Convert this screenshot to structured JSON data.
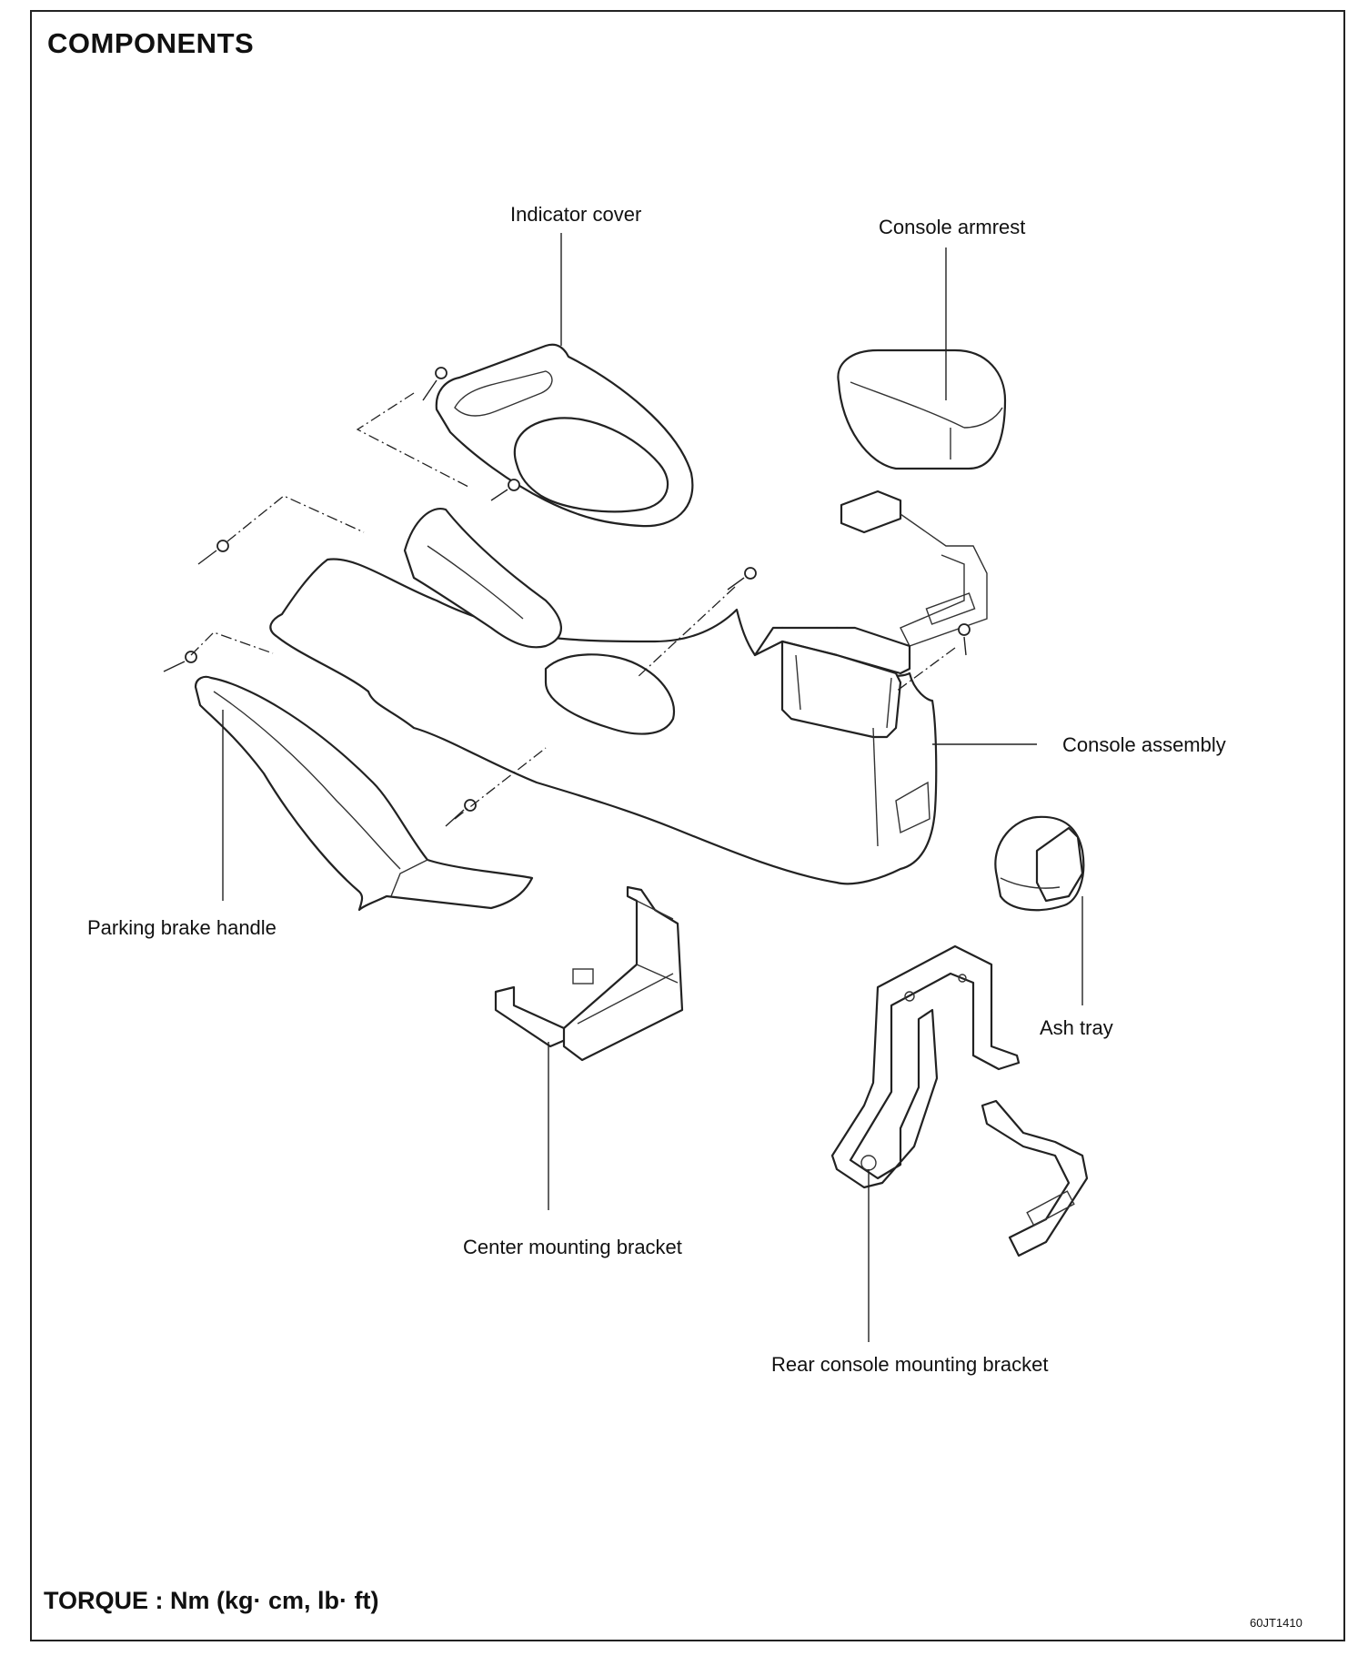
{
  "page": {
    "title": "COMPONENTS",
    "torque_note": "TORQUE : Nm (kg· cm, lb· ft)",
    "figure_code": "60JT1410"
  },
  "labels": {
    "indicator_cover": "Indicator cover",
    "console_armrest": "Console armrest",
    "console_assembly": "Console assembly",
    "ash_tray": "Ash tray",
    "parking_brake_handle": "Parking brake handle",
    "center_mounting_bracket": "Center mounting bracket",
    "rear_console_mounting_bracket": "Rear console mounting bracket"
  }
}
